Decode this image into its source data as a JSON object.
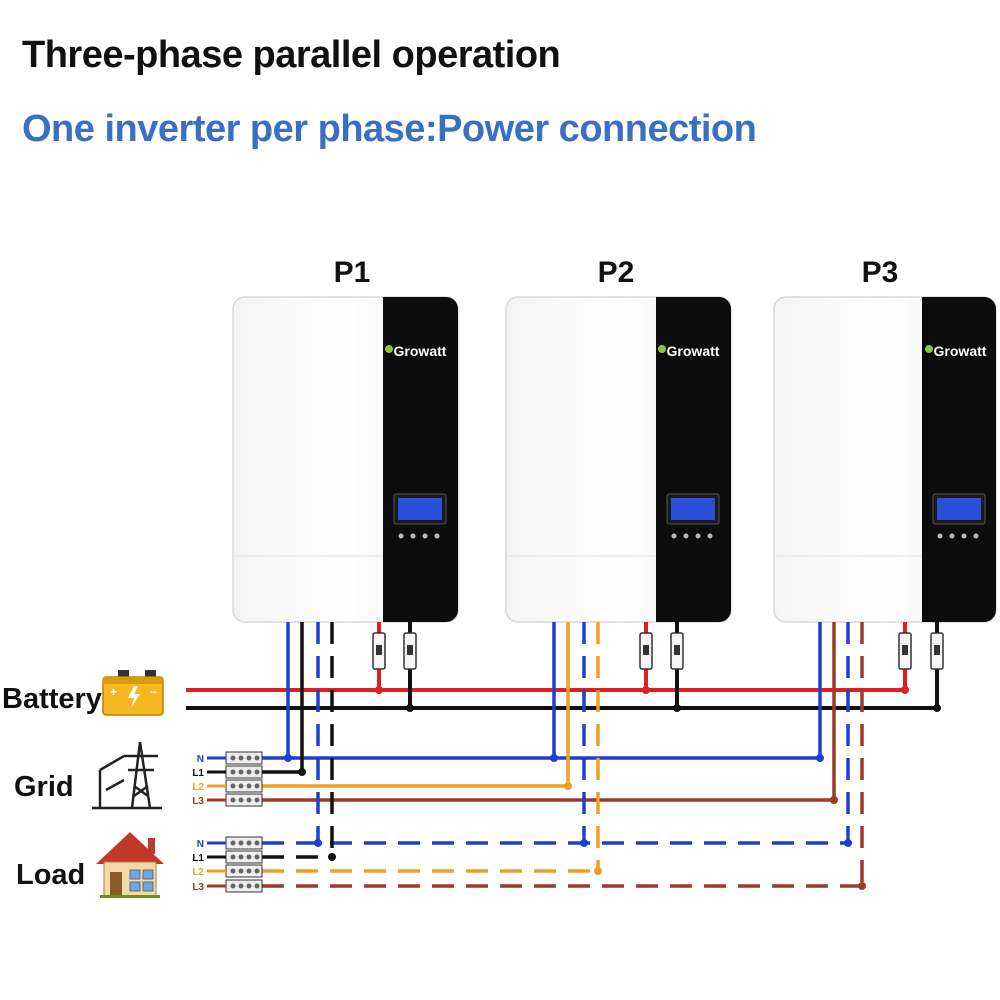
{
  "header": {
    "title": "Three-phase parallel operation",
    "subtitle": "One inverter per phase:Power connection"
  },
  "inverters": [
    {
      "label": "P1",
      "brand": "Growatt"
    },
    {
      "label": "P2",
      "brand": "Growatt"
    },
    {
      "label": "P3",
      "brand": "Growatt"
    }
  ],
  "sources": {
    "battery": "Battery",
    "grid": "Grid",
    "load": "Load"
  },
  "terminals": [
    "N",
    "L1",
    "L2",
    "L3"
  ],
  "colors": {
    "title": "#111111",
    "subtitle": "#3a6fc4",
    "battery_positive": "#e02020",
    "battery_negative": "#111111",
    "N": "#1f3fd0",
    "L1": "#111111",
    "L2": "#f0a020",
    "L3": "#9c3a2a",
    "brand_green": "#8cc63f",
    "lcd": "#2a4fd6"
  }
}
